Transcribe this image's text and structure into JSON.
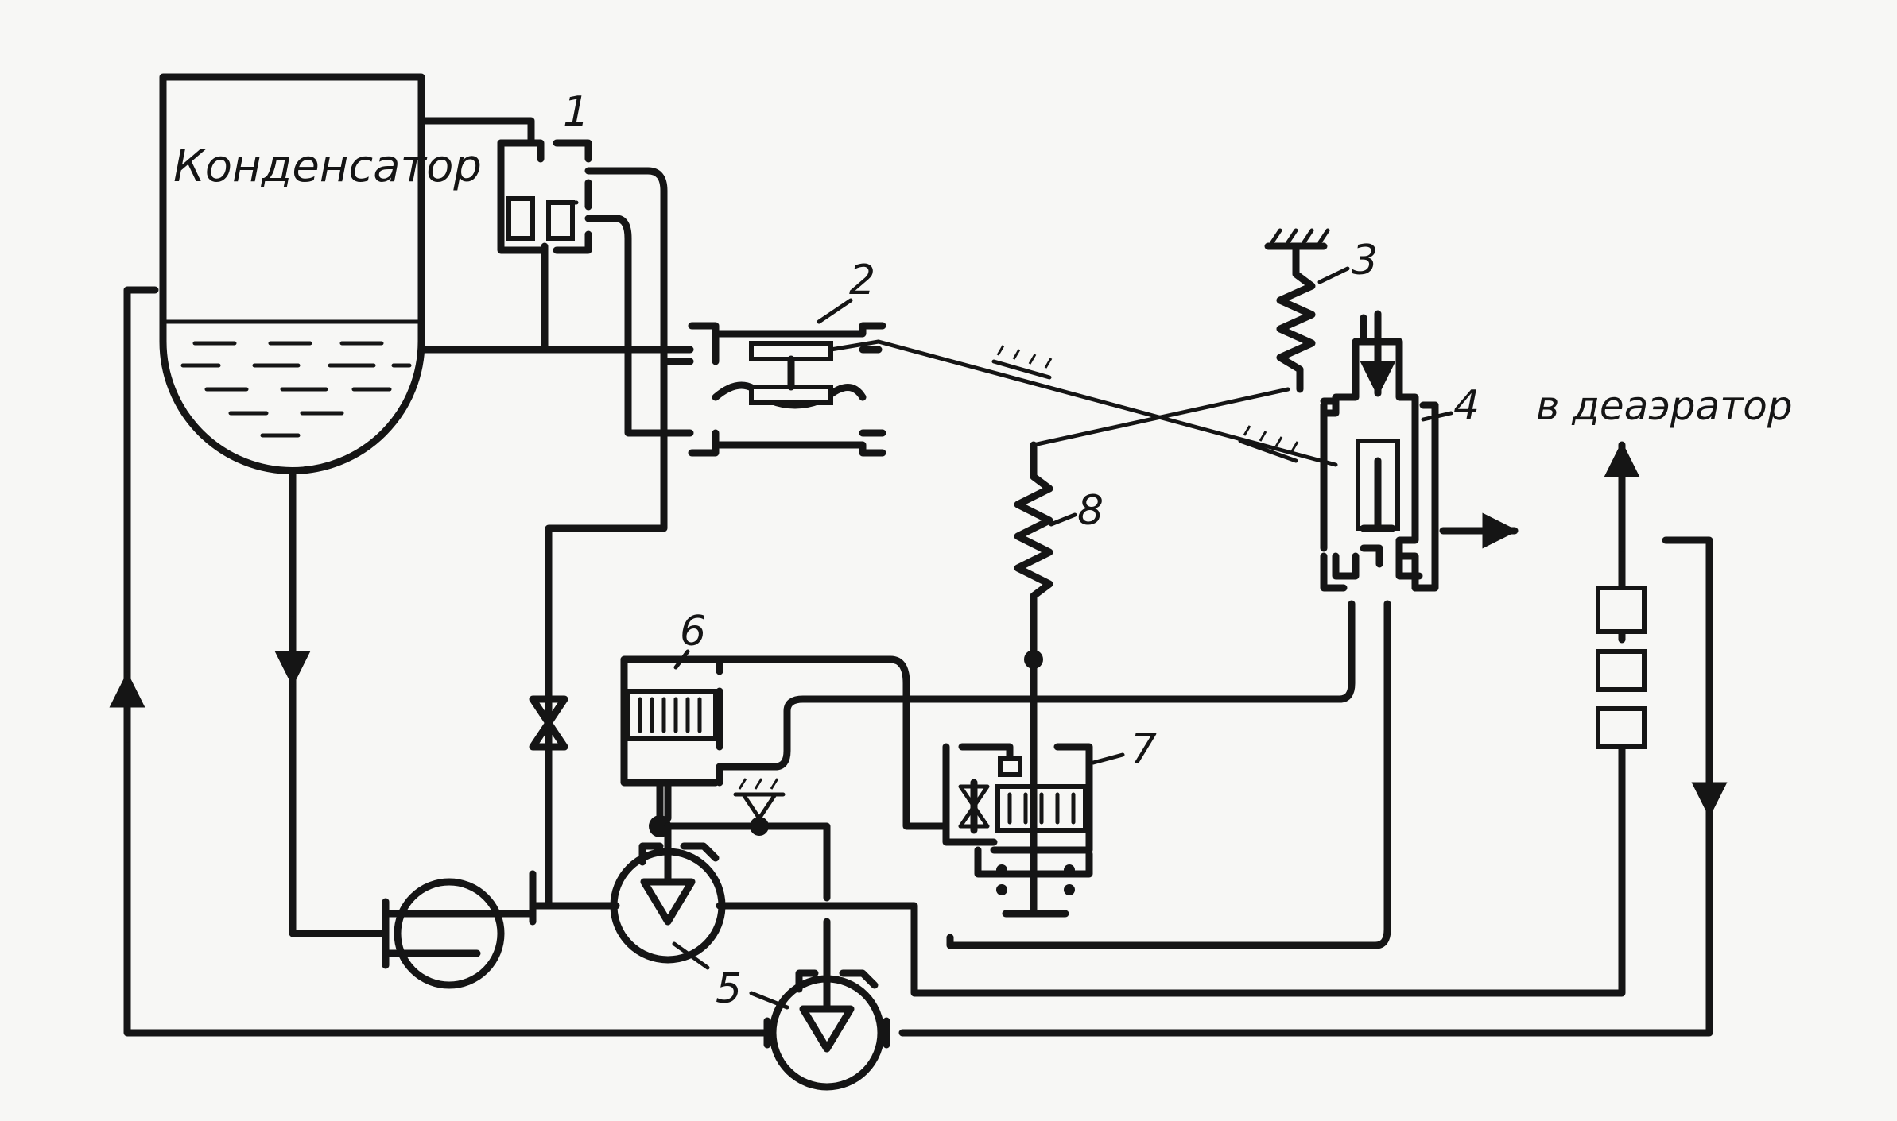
{
  "labels": {
    "condenser": "Конденсатор",
    "deaerator": "в деаэратор",
    "n1": "1",
    "n2": "2",
    "n3": "3",
    "n4": "4",
    "n5": "5",
    "n6": "6",
    "n7": "7",
    "n8": "8"
  },
  "colors": {
    "ink": "#151515",
    "paper": "#f7f7f5"
  }
}
